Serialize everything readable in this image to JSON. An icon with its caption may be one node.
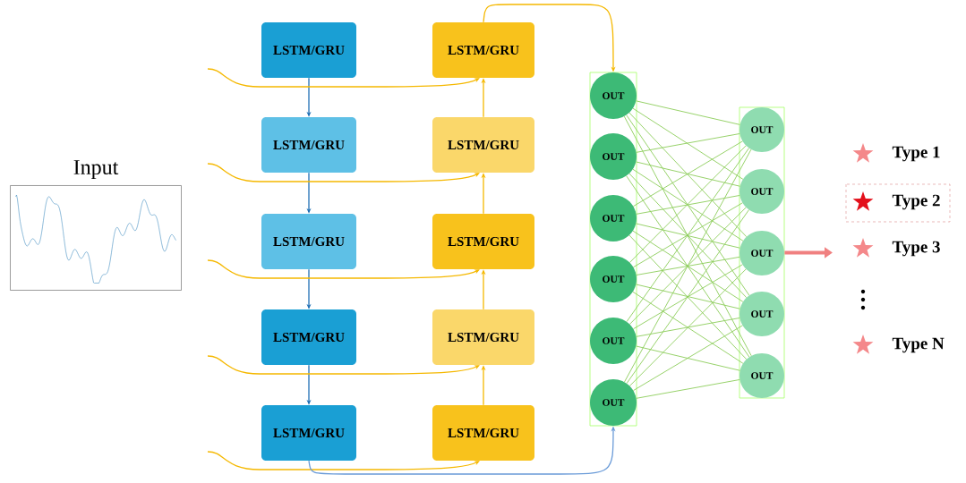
{
  "diagram": {
    "nodes": [
      {
        "text": [
          "Input"
        ]
      },
      {
        "text": [
          "LSTM/GRU"
        ]
      },
      {
        "text": [
          "LSTM/GRU"
        ]
      },
      {
        "text": [
          "LSTM/GRU"
        ]
      },
      {
        "text": [
          "LSTM/GRU"
        ]
      },
      {
        "text": [
          "LSTM/GRU"
        ]
      },
      {
        "text": [
          "LSTM/GRU"
        ]
      },
      {
        "text": [
          "LSTM/GRU"
        ]
      },
      {
        "text": [
          "LSTM/GRU"
        ]
      },
      {
        "text": [
          "LSTM/GRU"
        ]
      },
      {
        "text": [
          "LSTM/GRU"
        ]
      },
      {
        "text": [],
        "shape": "box"
      },
      {
        "text": [
          "OUT"
        ],
        "in": 11
      },
      {
        "text": [
          "OUT"
        ],
        "in": 11
      },
      {
        "text": [
          "OUT"
        ],
        "in": 11
      },
      {
        "text": [
          "OUT"
        ],
        "in": 11
      },
      {
        "text": [
          "OUT"
        ],
        "in": 11
      },
      {
        "text": [
          "OUT"
        ],
        "in": 11
      },
      {
        "text": [],
        "shape": "box"
      },
      {
        "text": [
          "OUT"
        ],
        "in": 18
      },
      {
        "text": [
          "OUT"
        ],
        "in": 18
      },
      {
        "text": [
          "OUT"
        ],
        "in": 18
      },
      {
        "text": [
          "OUT"
        ],
        "in": 18
      },
      {
        "text": [
          "OUT"
        ],
        "in": 18
      }
    ],
    "edges": [
      {
        "from": 1,
        "to": 2,
        "arrow": "to",
        "color": "#1f6fb5"
      },
      {
        "from": 2,
        "to": 3,
        "arrow": "to",
        "color": "#1f6fb5"
      },
      {
        "from": 3,
        "to": 4,
        "arrow": "to",
        "color": "#1f6fb5"
      },
      {
        "from": 4,
        "to": 5,
        "arrow": "to",
        "color": "#1f6fb5"
      },
      {
        "from": 7,
        "to": 6,
        "arrow": "to",
        "color": "#f5b800"
      },
      {
        "from": 8,
        "to": 7,
        "arrow": "to",
        "color": "#f5b800"
      },
      {
        "from": 9,
        "to": 8,
        "arrow": "to",
        "color": "#f5b800"
      },
      {
        "from": 10,
        "to": 9,
        "arrow": "to",
        "color": "#f5b800"
      },
      {
        "from": null,
        "to": 6,
        "arrow": "to",
        "color": "#f5b800"
      },
      {
        "from": null,
        "to": 7,
        "arrow": "to",
        "color": "#f5b800"
      },
      {
        "from": null,
        "to": 8,
        "arrow": "to",
        "color": "#f5b800"
      },
      {
        "from": null,
        "to": 9,
        "arrow": "to",
        "color": "#f5b800"
      },
      {
        "from": null,
        "to": 10,
        "arrow": "to",
        "color": "#f5b800"
      },
      {
        "from": 6,
        "to": 11,
        "arrow": "to",
        "color": "#f5b800"
      },
      {
        "from": 5,
        "to": 11,
        "arrow": "to",
        "color": "#6a9bd8"
      },
      {
        "from": 12,
        "to": 19,
        "arrow": "none"
      },
      {
        "from": 12,
        "to": 20,
        "arrow": "none"
      },
      {
        "from": 12,
        "to": 21,
        "arrow": "none"
      },
      {
        "from": 12,
        "to": 22,
        "arrow": "none"
      },
      {
        "from": 12,
        "to": 23,
        "arrow": "none"
      },
      {
        "from": 13,
        "to": 19,
        "arrow": "none"
      },
      {
        "from": 13,
        "to": 20,
        "arrow": "none"
      },
      {
        "from": 13,
        "to": 21,
        "arrow": "none"
      },
      {
        "from": 13,
        "to": 22,
        "arrow": "none"
      },
      {
        "from": 13,
        "to": 23,
        "arrow": "none"
      },
      {
        "from": 14,
        "to": 19,
        "arrow": "none"
      },
      {
        "from": 14,
        "to": 20,
        "arrow": "none"
      },
      {
        "from": 14,
        "to": 21,
        "arrow": "none"
      },
      {
        "from": 14,
        "to": 22,
        "arrow": "none"
      },
      {
        "from": 14,
        "to": 23,
        "arrow": "none"
      },
      {
        "from": 15,
        "to": 19,
        "arrow": "none"
      },
      {
        "from": 15,
        "to": 20,
        "arrow": "none"
      },
      {
        "from": 15,
        "to": 21,
        "arrow": "none"
      },
      {
        "from": 15,
        "to": 22,
        "arrow": "none"
      },
      {
        "from": 15,
        "to": 23,
        "arrow": "none"
      },
      {
        "from": 16,
        "to": 19,
        "arrow": "none"
      },
      {
        "from": 16,
        "to": 20,
        "arrow": "none"
      },
      {
        "from": 16,
        "to": 21,
        "arrow": "none"
      },
      {
        "from": 16,
        "to": 22,
        "arrow": "none"
      },
      {
        "from": 16,
        "to": 23,
        "arrow": "none"
      },
      {
        "from": 17,
        "to": 19,
        "arrow": "none"
      },
      {
        "from": 17,
        "to": 20,
        "arrow": "none"
      },
      {
        "from": 17,
        "to": 21,
        "arrow": "none"
      },
      {
        "from": 17,
        "to": 22,
        "arrow": "none"
      },
      {
        "from": 17,
        "to": 23,
        "arrow": "none"
      },
      {
        "from": 18,
        "to": null,
        "arrow": "to",
        "style": "thick",
        "color": "#f08080"
      }
    ],
    "labels": [
      "Type 1",
      "Type 2",
      "Type 3",
      "Type N"
    ]
  }
}
